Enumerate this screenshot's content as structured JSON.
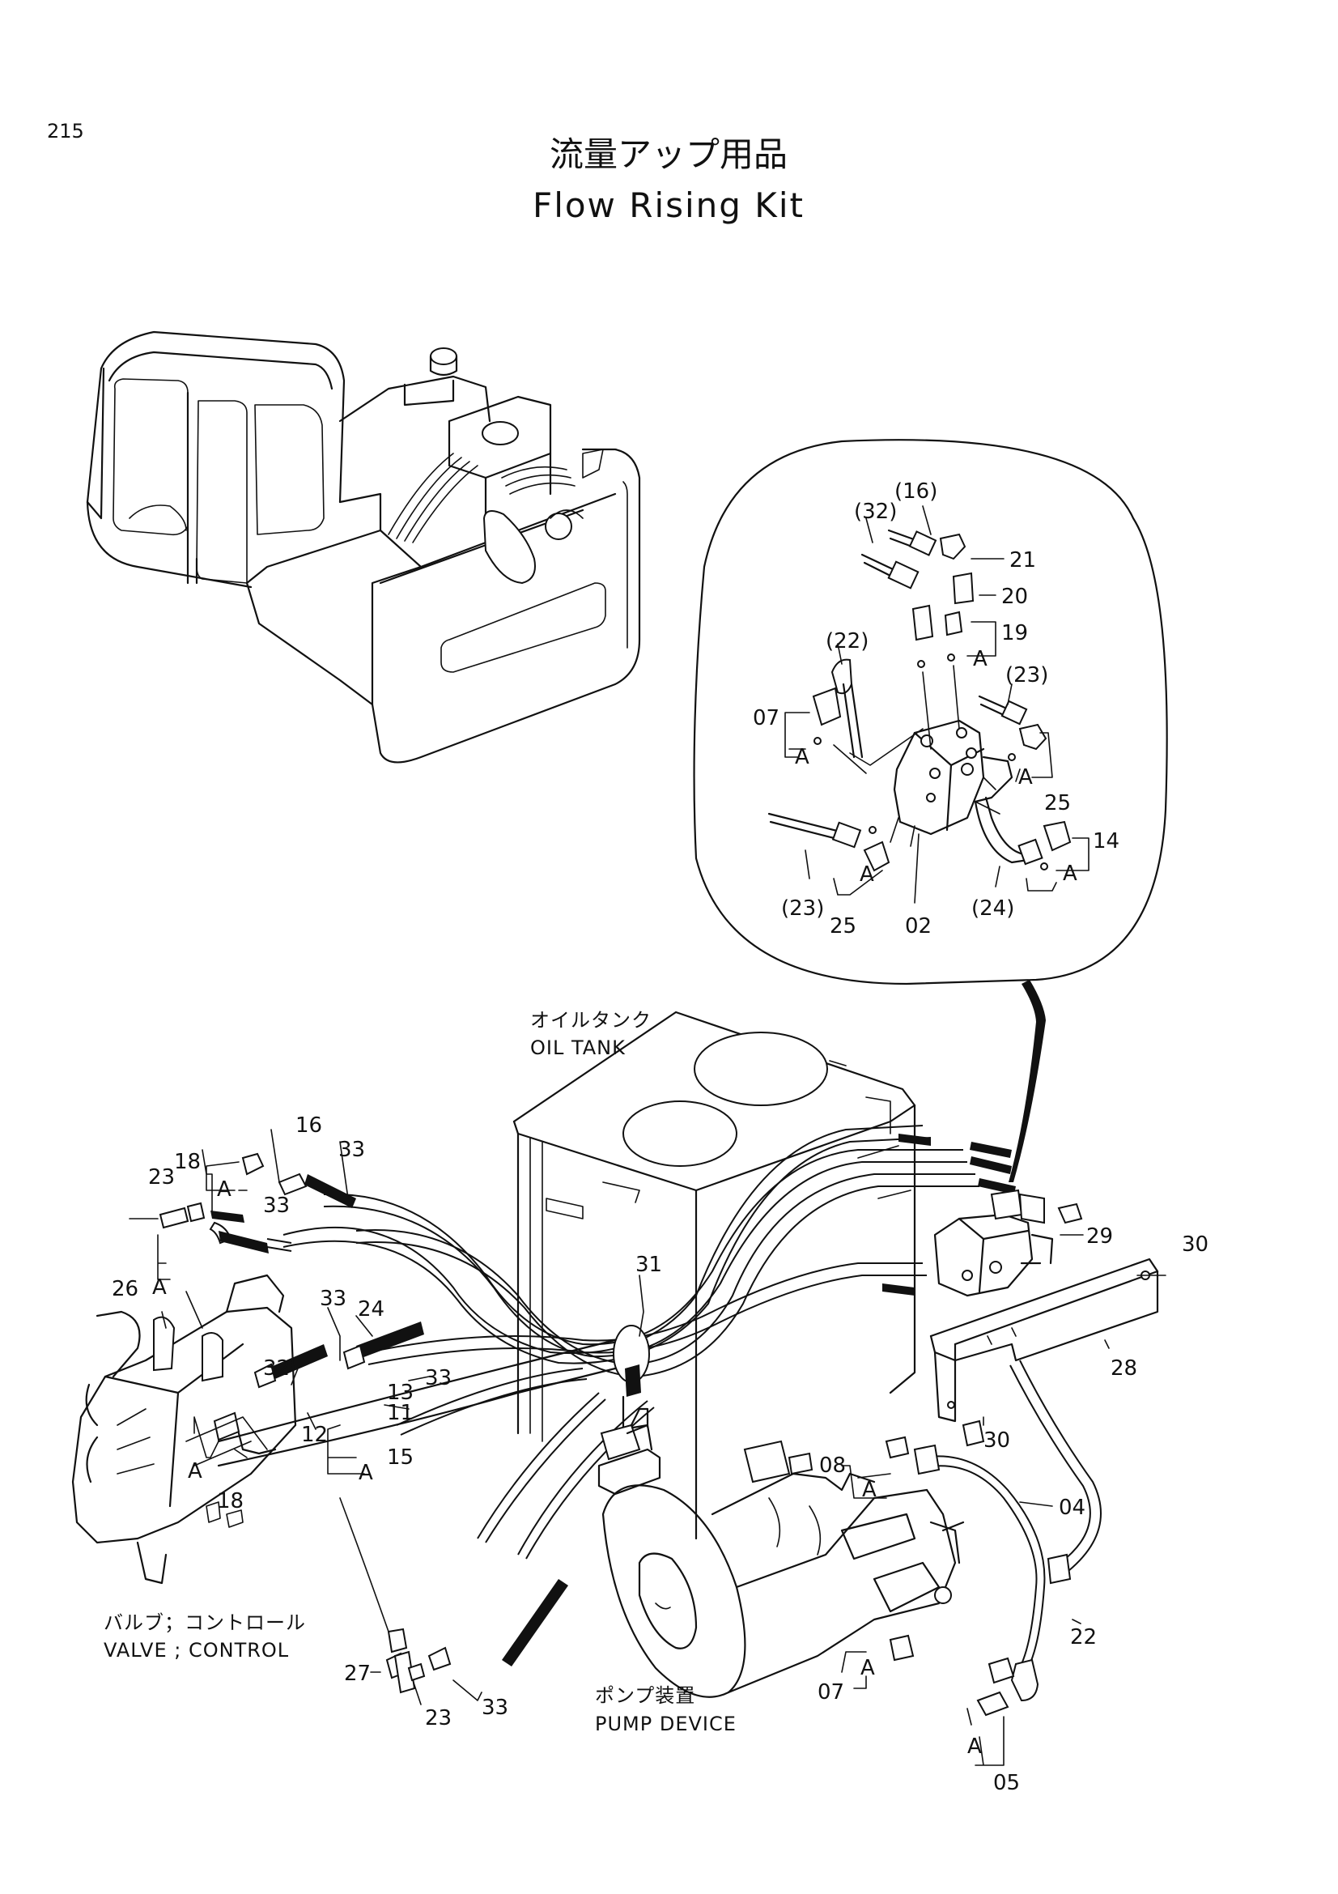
{
  "page": {
    "number": "215"
  },
  "title": {
    "japanese": "流量アップ用品",
    "english": "Flow Rising Kit"
  },
  "components": {
    "oil_tank": {
      "jp": "オイルタンク",
      "en": "OIL TANK"
    },
    "valve_control": {
      "jp": "バルブ；コントロール",
      "en": "VALVE ; CONTROL"
    },
    "pump_device": {
      "jp": "ポンプ装置",
      "en": "PUMP DEVICE"
    }
  },
  "detail_callouts": [
    "(32)",
    "(16)",
    "21",
    "20",
    "19",
    "A",
    "(22)",
    "(23)",
    "07",
    "A",
    "A",
    "25",
    "14",
    "A",
    "A",
    "(23)",
    "25",
    "02",
    "(24)"
  ],
  "main_callouts": [
    "16",
    "33",
    "18",
    "23",
    "A",
    "33",
    "26",
    "A",
    "33",
    "24",
    "31",
    "32",
    "13",
    "33",
    "11",
    "12",
    "15",
    "A",
    "A",
    "18",
    "29",
    "30",
    "28",
    "30",
    "08",
    "A",
    "04",
    "22",
    "07",
    "A",
    "A",
    "05",
    "27",
    "23",
    "33"
  ]
}
